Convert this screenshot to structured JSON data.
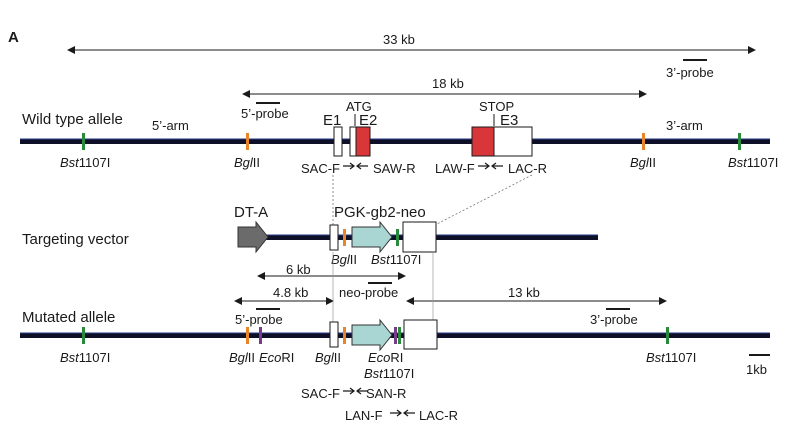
{
  "panel_label": "A",
  "distances": {
    "d33": "33 kb",
    "d18": "18 kb",
    "d6": "6 kb",
    "d48": "4.8 kb",
    "d13": "13 kb"
  },
  "probes": {
    "three_prime": "3’-probe",
    "five_prime": "5’-probe",
    "neo": "neo-probe"
  },
  "rows": {
    "wild_type": "Wild type allele",
    "targeting": "Targeting vector",
    "mutated": "Mutated allele"
  },
  "arms": {
    "five_prime": "5’-arm",
    "three_prime": "3’-arm"
  },
  "features": {
    "atg": "ATG",
    "stop": "STOP",
    "e1": "E1",
    "e2": "E2",
    "e3": "E3",
    "dta": "DT-A",
    "pgk": "PGK-gb2-neo"
  },
  "sites": {
    "bst_italic": "Bst",
    "bst_suffix": "1107I",
    "bgl_italic": "Bgl",
    "bgl_suffix": "II",
    "eco_italic": "Eco",
    "eco_suffix": "RI"
  },
  "primers": {
    "sac_f": "SAC-F",
    "saw_r": "SAW-R",
    "law_f": "LAW-F",
    "lac_r": "LAC-R",
    "san_r": "SAN-R",
    "lan_f": "LAN-F"
  },
  "scale_bar": "1kb",
  "colors": {
    "chromosome": "#0d1026",
    "bst_site": "#2a8a3c",
    "bgl_site": "#e8852a",
    "eco_site": "#7a3a8a",
    "exon_red": "#d9363a",
    "neo_cassette": "#a9d6d2",
    "dta_cassette": "#6b6b6b"
  }
}
